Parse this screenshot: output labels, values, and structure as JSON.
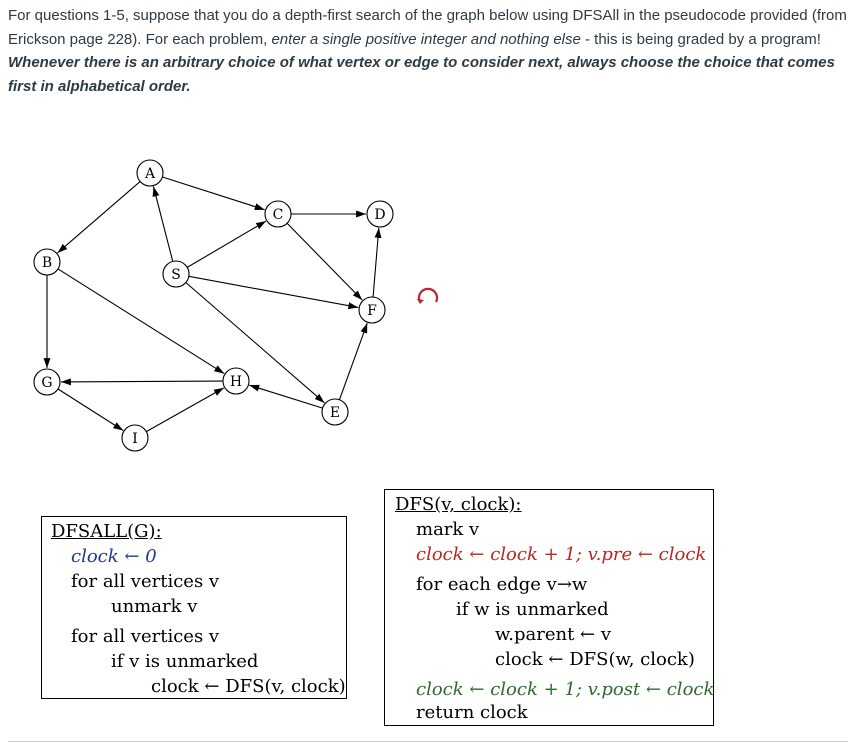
{
  "intro": {
    "p1_a": "For questions 1-5, suppose that you do a depth-first search of the graph below using DFSAll in the pseudocode provided (from Erickson page 228). For each problem, ",
    "p1_em": "enter a single positive integer and nothing else",
    "p1_b": " - this is being graded by a program!",
    "p2": "Whenever there is an arbitrary choice of what vertex or edge to consider next,  always choose the choice that comes first in alphabetical order."
  },
  "graph": {
    "nodes": [
      {
        "id": "A",
        "label": "A"
      },
      {
        "id": "B",
        "label": "B"
      },
      {
        "id": "C",
        "label": "C"
      },
      {
        "id": "D",
        "label": "D"
      },
      {
        "id": "E",
        "label": "E"
      },
      {
        "id": "F",
        "label": "F"
      },
      {
        "id": "G",
        "label": "G"
      },
      {
        "id": "H",
        "label": "H"
      },
      {
        "id": "I",
        "label": "I"
      },
      {
        "id": "S",
        "label": "S"
      }
    ],
    "edges": [
      [
        "A",
        "C"
      ],
      [
        "A",
        "B"
      ],
      [
        "S",
        "A"
      ],
      [
        "S",
        "C"
      ],
      [
        "S",
        "F"
      ],
      [
        "S",
        "E"
      ],
      [
        "B",
        "G"
      ],
      [
        "B",
        "H"
      ],
      [
        "C",
        "D"
      ],
      [
        "C",
        "F"
      ],
      [
        "F",
        "D"
      ],
      [
        "E",
        "F"
      ],
      [
        "E",
        "H"
      ],
      [
        "H",
        "G"
      ],
      [
        "G",
        "I"
      ],
      [
        "I",
        "H"
      ]
    ],
    "reload_icon": "reload-icon"
  },
  "dfsall": {
    "title": "DFSALL(G):",
    "l1": "clock ← 0",
    "l2": "for all vertices v",
    "l3": "unmark v",
    "l4": "for all vertices v",
    "l5": "if v is unmarked",
    "l6": "clock ← DFS(v, clock)"
  },
  "dfs": {
    "title": "DFS(v, clock):",
    "l1": "mark v",
    "l2": "clock ← clock + 1;  v.pre ← clock",
    "l3": "for each edge v→w",
    "l4": "if w is unmarked",
    "l5": "w.parent ← v",
    "l6": "clock ← DFS(w, clock)",
    "l7": "clock ← clock + 1;  v.post ← clock",
    "l8": "return clock"
  },
  "colors": {
    "blue": "#1f3a8a",
    "red": "#b32a20",
    "green": "#2e6b2e"
  }
}
